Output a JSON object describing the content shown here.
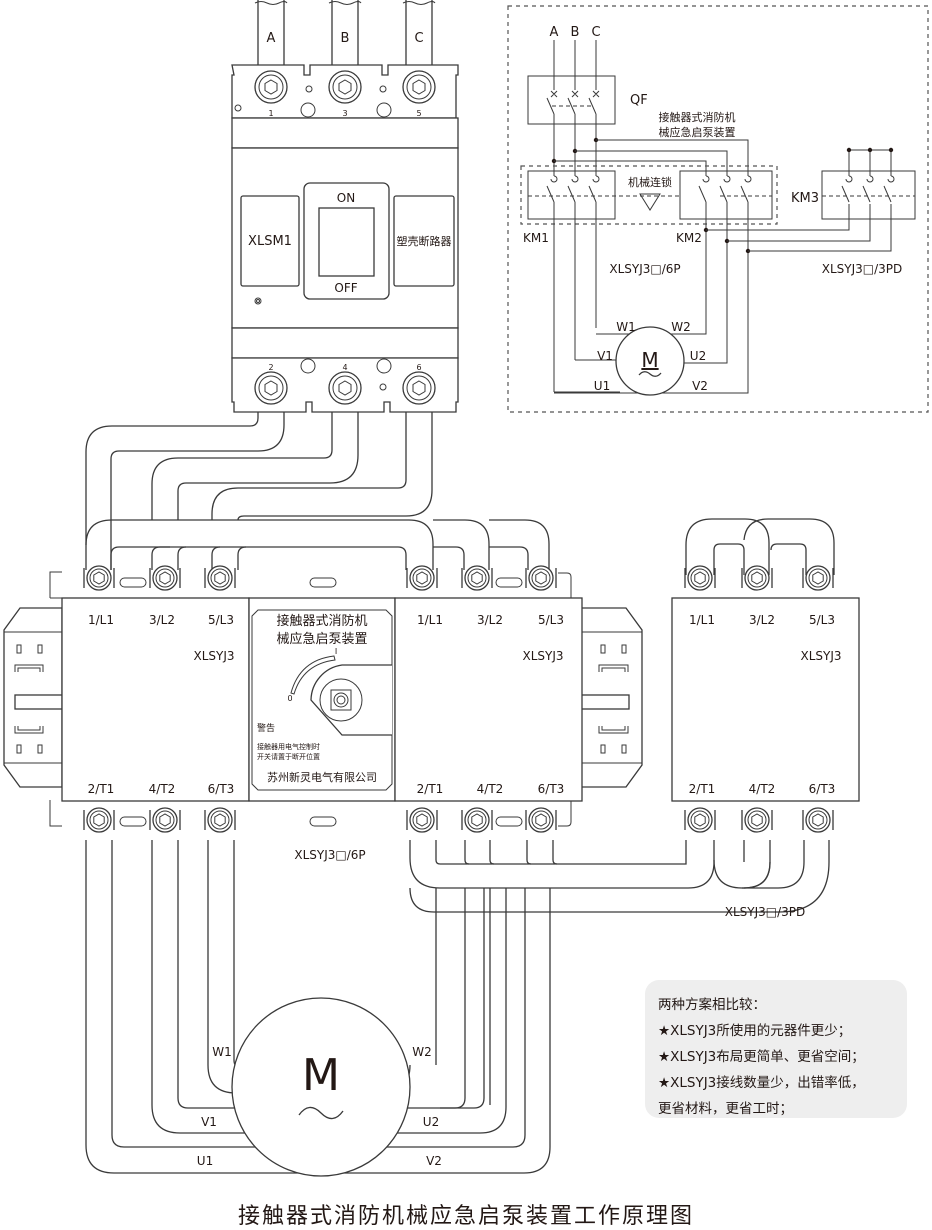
{
  "breaker": {
    "phase_labels": [
      "A",
      "B",
      "C"
    ],
    "top_terminals": [
      "1",
      "3",
      "5"
    ],
    "bottom_terminals": [
      "2",
      "4",
      "6"
    ],
    "model_label": "XLSM1",
    "type_label": "塑壳断路器",
    "on_label": "ON",
    "off_label": "OFF"
  },
  "schematic": {
    "phases": [
      "A",
      "B",
      "C"
    ],
    "qf_label": "QF",
    "device_name_line1": "接触器式消防机",
    "device_name_line2": "械应急启泵装置",
    "interlock_label": "机械连锁",
    "km1_label": "KM1",
    "km2_label": "KM2",
    "km3_label": "KM3",
    "model_6p": "XLSYJ3□/6P",
    "model_3pd": "XLSYJ3□/3PD",
    "motor_symbol": "M",
    "motor_tilde": "~",
    "windings": {
      "w1": "W1",
      "w2": "W2",
      "v1": "V1",
      "u2": "U2",
      "u1": "U1",
      "v2": "V2"
    }
  },
  "contactors": [
    {
      "top": [
        "1/L1",
        "3/L2",
        "5/L3"
      ],
      "bottom": [
        "2/T1",
        "4/T2",
        "6/T3"
      ],
      "model": "XLSYJ3"
    },
    {
      "top": [
        "1/L1",
        "3/L2",
        "5/L3"
      ],
      "bottom": [
        "2/T1",
        "4/T2",
        "6/T3"
      ],
      "model": "XLSYJ3"
    },
    {
      "top": [
        "1/L1",
        "3/L2",
        "5/L3"
      ],
      "bottom": [
        "2/T1",
        "4/T2",
        "6/T3"
      ],
      "model": "XLSYJ3"
    }
  ],
  "panel": {
    "title_line1": "接触器式消防机",
    "title_line2": "械应急启泵装置",
    "scale_on": "I",
    "scale_off": "0",
    "warning_title": "警告",
    "warning_line1": "接触器用电气控制时",
    "warning_line2": "开关请置于断开位置",
    "company": "苏州新灵电气有限公司"
  },
  "labels": {
    "model_6p": "XLSYJ3□/6P",
    "model_3pd": "XLSYJ3□/3PD"
  },
  "motor": {
    "symbol": "M",
    "tilde": "~",
    "windings": {
      "w1": "W1",
      "w2": "W2",
      "v1": "V1",
      "u2": "U2",
      "u1": "U1",
      "v2": "V2"
    }
  },
  "comparison": {
    "heading": "两种方案相比较：",
    "points": [
      "★XLSYJ3所使用的元器件更少；",
      "★XLSYJ3布局更简单、更省空间；",
      "★XLSYJ3接线数量少，出错率低，",
      "更省材料，更省工时；"
    ]
  },
  "page_title": "接触器式消防机械应急启泵装置工作原理图"
}
